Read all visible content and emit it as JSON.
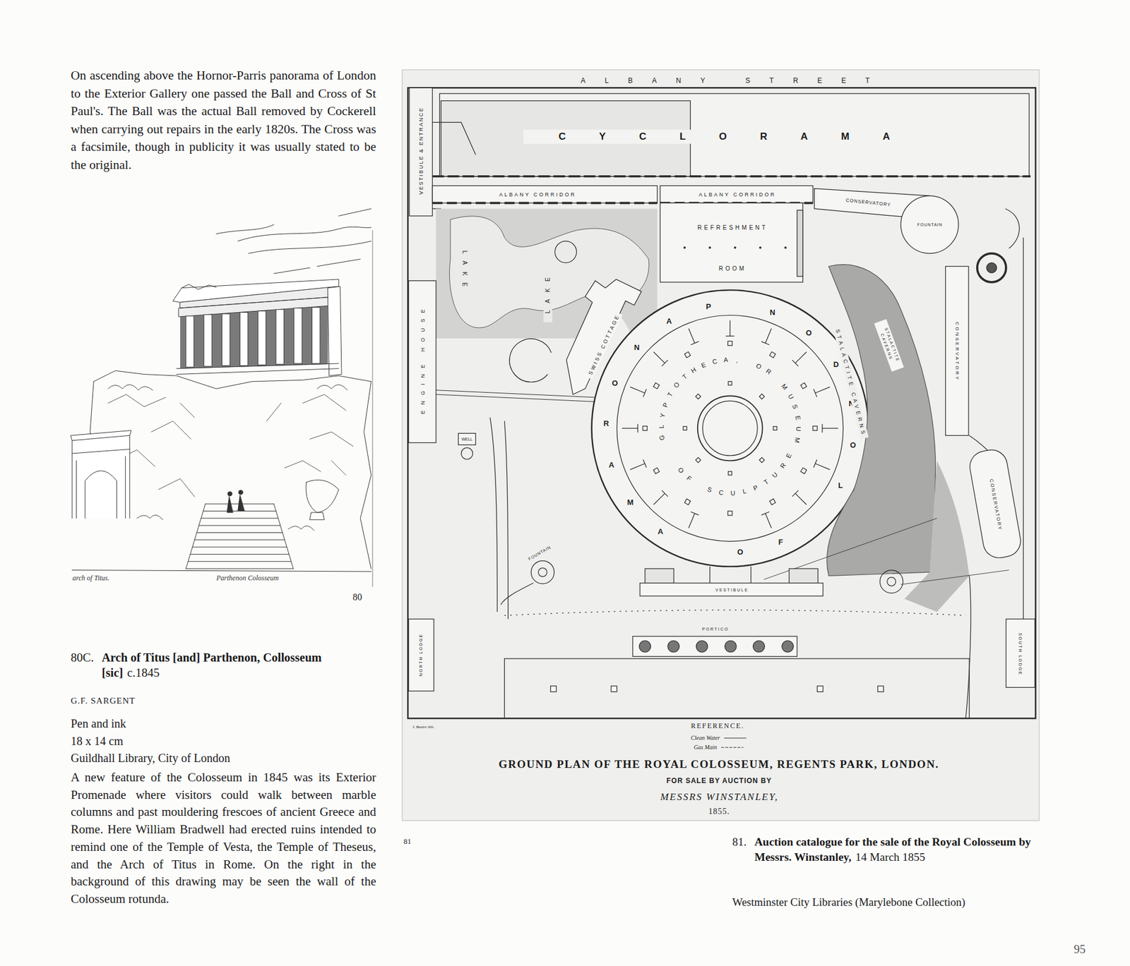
{
  "diagram": {
    "title": "GROUND PLAN OF THE ROYAL COLOSSEUM, REGENTS PARK, LONDON.",
    "nodes": [
      {
        "text": [
          "CYCLORAMA"
        ]
      },
      {
        "text": [
          "VESTIBULE & ENTRANCE"
        ]
      },
      {
        "text": [
          "ALBANY CORRIDOR"
        ]
      },
      {
        "text": [
          "ALBANY CORRIDOR"
        ]
      },
      {
        "text": [
          "REFRESHMENT ROOM"
        ]
      },
      {
        "text": [
          "CONSERVATORY"
        ]
      },
      {
        "text": [
          "FOUNTAIN"
        ]
      },
      {
        "text": [
          "LAKE"
        ]
      },
      {
        "text": [
          "LAKE"
        ]
      },
      {
        "text": [
          "ENGINE HOUSE"
        ]
      },
      {
        "text": [
          "SWISS COTTAGE"
        ]
      },
      {
        "text": [
          "PANORAMA OF LONDON"
        ]
      },
      {
        "text": [
          "GLYPTOTHECA, OR MUSEUM OF SCULPTURE"
        ],
        "in": 11
      },
      {
        "text": [
          "STALACTITE CAVERNS"
        ]
      },
      {
        "text": [
          "STALACTITE CAVERNS"
        ]
      },
      {
        "text": [
          "CONSERVATORY"
        ]
      },
      {
        "text": [
          "WELL"
        ]
      },
      {
        "text": [
          "CONSERVATORY"
        ]
      },
      {
        "text": [
          "FOUNTAIN"
        ]
      },
      {
        "text": [
          "VESTIBULE"
        ]
      },
      {
        "text": [
          "PORTICO"
        ]
      },
      {
        "text": [
          "NORTH LODGE"
        ]
      },
      {
        "text": [
          "SOUTH LODGE"
        ]
      }
    ],
    "labels": [
      "On ascending above the Hornor-Parris panorama of London to the Exterior Gallery one passed the Ball and Cross of St Paul's. The Ball was the actual Ball removed by Cockerell when carrying out repairs in the early 1820s. The Cross was a facsimile, though in publicity it was usually stated to be the original.",
      "arch of Titus.",
      "Parthenon Colosseum",
      "80",
      "80C.",
      "Arch of Titus [and] Parthenon, Collosseum [sic]",
      "c.1845",
      "G.F. SARGENT",
      "Pen and ink",
      "18 x 14 cm",
      "Guildhall Library, City of London",
      "A new feature of the Colosseum in 1845 was its Exterior Promenade where visitors could walk between marble columns and past mouldering frescoes of ancient Greece and Rome. Here William Bradwell had erected ruins intended to remind one of the Temple of Vesta, the Temple of Theseus, and the Arch of Titus in Rome. On the right in the background of this drawing may be seen the wall of the Colosseum rotunda.",
      "ALBANY STREET",
      "J. Basire lith.",
      "REFERENCE.",
      "FOR SALE BY AUCTION BY",
      "MESSRS WINSTANLEY,",
      "1855.",
      "81",
      "81.",
      "Auction catalogue for the sale of the Royal Colosseum by Messrs. Winstanley,",
      "14 March 1855",
      "Westminster City Libraries (Marylebone Collection)",
      "95"
    ],
    "legend": [
      {
        "text": "Clean Water"
      },
      {
        "text": "Gas Main"
      }
    ]
  }
}
